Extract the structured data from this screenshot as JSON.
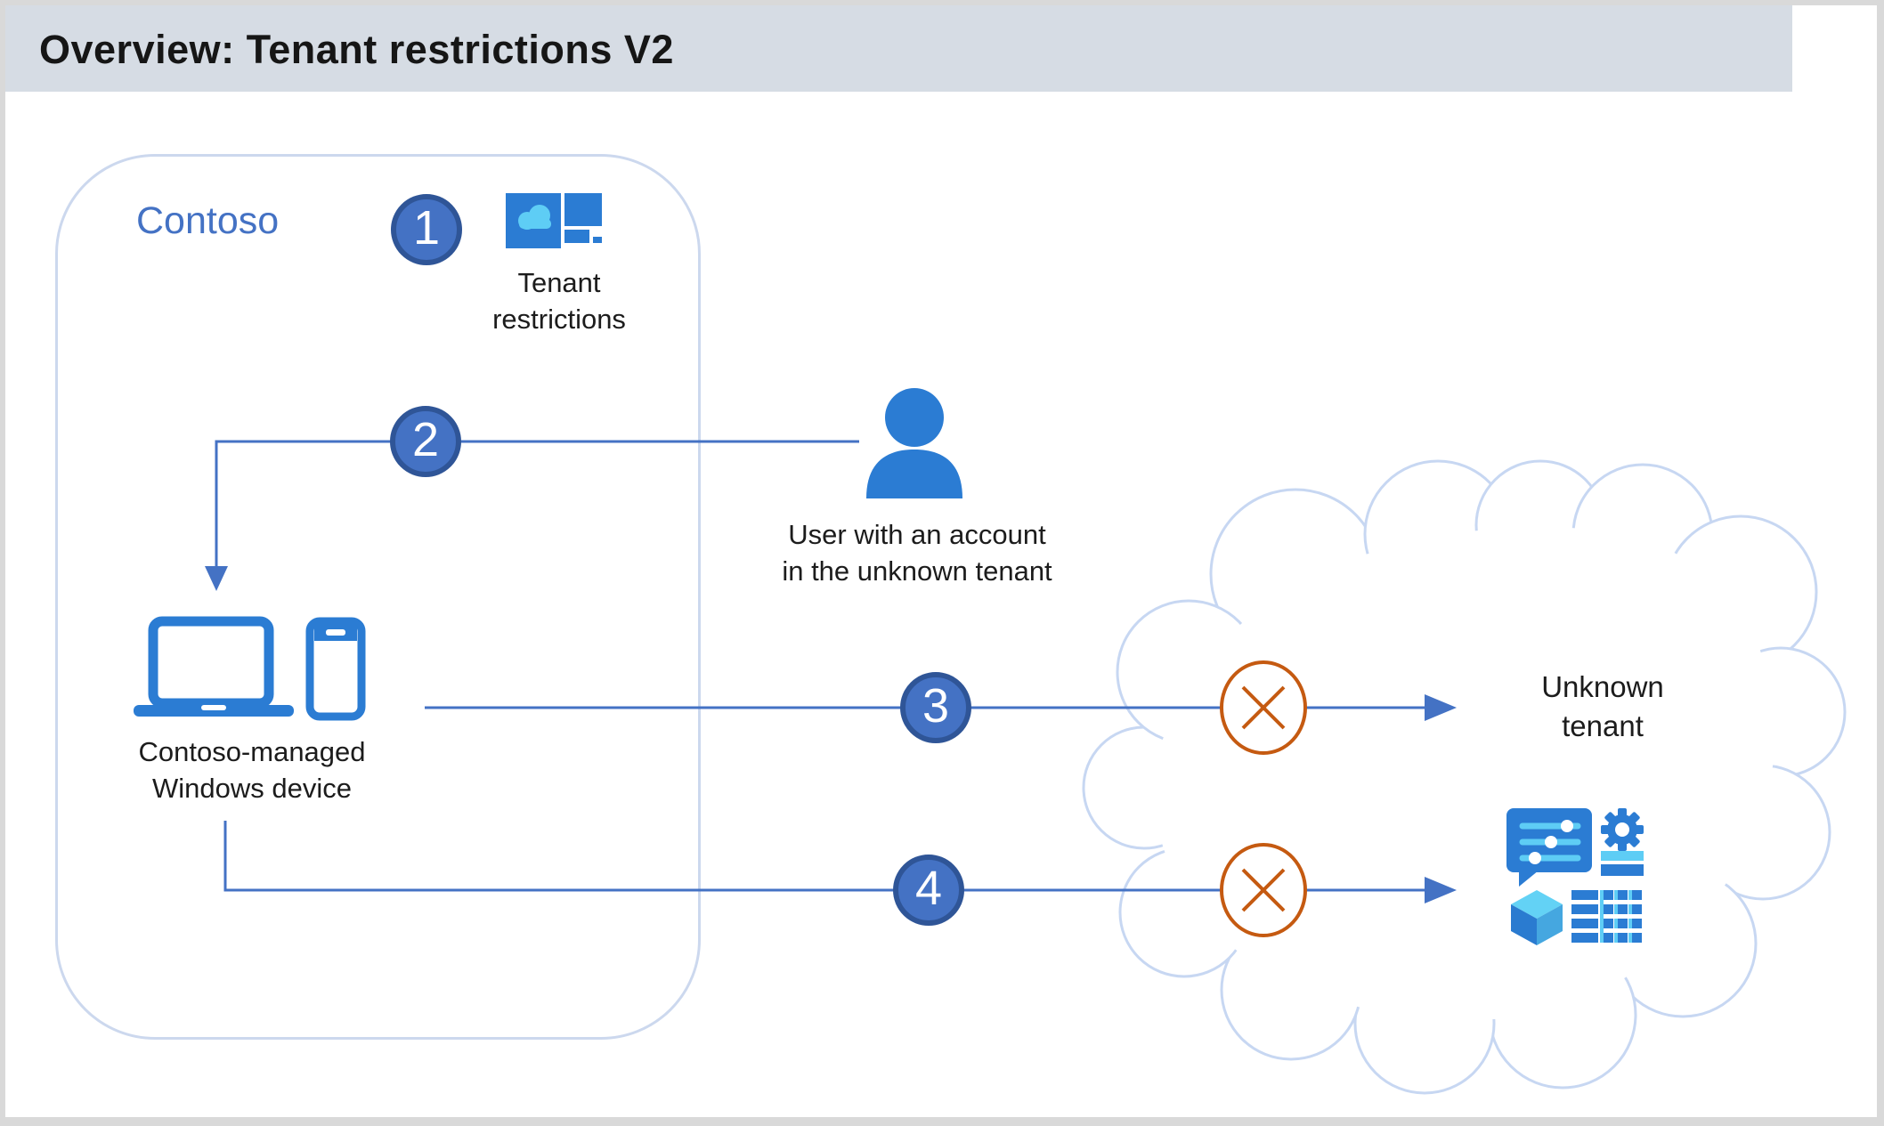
{
  "header": {
    "title": "Overview: Tenant restrictions V2"
  },
  "contoso_box": {
    "label": "Contoso",
    "tenant_restrictions": {
      "step": "1",
      "icon": "tenant-restrictions-icon",
      "label_lines": [
        "Tenant",
        "restrictions"
      ]
    },
    "managed_device": {
      "icon": "windows-devices-icon",
      "label_lines": [
        "Contoso-managed",
        "Windows device"
      ]
    }
  },
  "user": {
    "icon": "user-icon",
    "label_lines": [
      "User with an account",
      "in the unknown tenant"
    ]
  },
  "flows": {
    "policy_applied": {
      "step": "2",
      "from": "user",
      "to": "managed-device"
    },
    "access_blocked_tenant": {
      "step": "3",
      "blocked": true,
      "to": "unknown-tenant"
    },
    "access_blocked_apps": {
      "step": "4",
      "blocked": true,
      "to": "unknown-tenant-apps"
    }
  },
  "cloud": {
    "label_lines": [
      "Unknown",
      "tenant"
    ],
    "apps_icon": "tenant-apps-icons",
    "blocked_icon": "blocked-x-icon"
  },
  "colors": {
    "header_background": "#d6dce4",
    "title_text": "#161616",
    "connector_blue": "#4472c4",
    "step_circle_fill": "#4472c4",
    "step_circle_ring": "#2f5597",
    "icon_blue": "#2b7cd3",
    "icon_cyan": "#5ecdf5",
    "cloud_outline": "#c7d7f2",
    "box_outline": "#ccd8ee",
    "blocked_orange": "#c55a11",
    "frame_gray": "#d9d9d9",
    "label_text": "#1c1c1c",
    "contoso_text": "#4472c4"
  }
}
